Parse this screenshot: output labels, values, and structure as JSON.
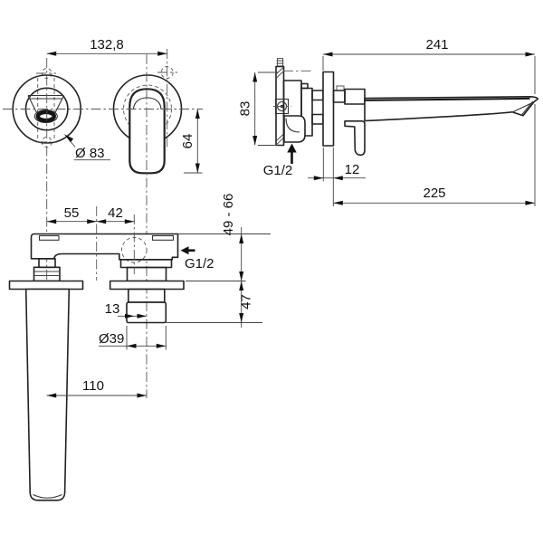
{
  "drawing": {
    "front_view": {
      "centers_distance": "132,8",
      "escutcheon_diameter": "Ø 83",
      "handle_drop": "64"
    },
    "side_view": {
      "total_projection": "241",
      "body_height": "83",
      "inlet_thread": "G1/2",
      "plate_offset": "12",
      "spout_projection": "225"
    },
    "plan_view": {
      "spout_to_bracket": "55",
      "bracket_to_cartridge": "42",
      "concealed_depth_range": "49 - 66",
      "outlet_thread": "G1/2",
      "below_plate_depth": "47",
      "cartridge_offset": "13",
      "cap_diameter": "Ø39",
      "spout_to_handle": "110"
    }
  }
}
